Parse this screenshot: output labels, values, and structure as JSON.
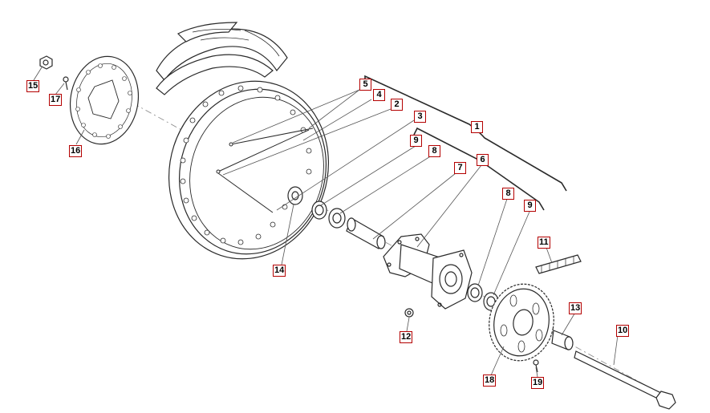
{
  "colors": {
    "callout_border": "#b40000",
    "line": "#2a2a2a",
    "fill": "#ffffff"
  },
  "labels": {
    "l1": "1",
    "l2": "2",
    "l3": "3",
    "l4": "4",
    "l5": "5",
    "l6": "6",
    "l7": "7",
    "l8a": "8",
    "l8b": "8",
    "l9a": "9",
    "l9b": "9",
    "l10": "10",
    "l11": "11",
    "l12": "12",
    "l13": "13",
    "l14": "14",
    "l15": "15",
    "l16": "16",
    "l17": "17",
    "l18": "18",
    "l19": "19"
  },
  "icons": [
    "brake-disc-icon",
    "tyre-icon",
    "wheel-rim-icon",
    "spoke-icon",
    "hub-icon",
    "bearing-icon",
    "spacer-icon",
    "chain-icon",
    "sprocket-icon",
    "axle-icon",
    "nut-icon",
    "bolt-icon"
  ]
}
